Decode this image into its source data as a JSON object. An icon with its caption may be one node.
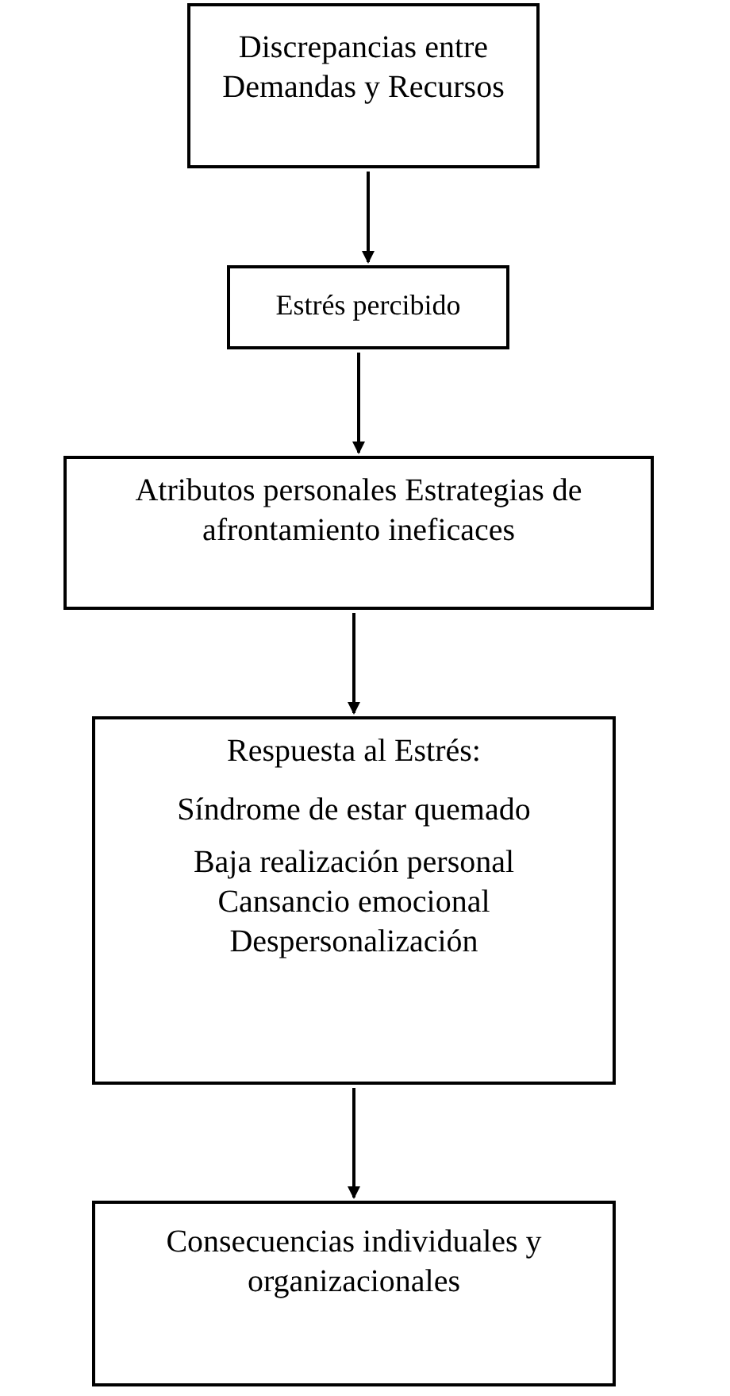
{
  "diagram": {
    "nodes": [
      {
        "text": [
          "Discrepancias entre Demandas y Recursos"
        ]
      },
      {
        "text": [
          "Estrés percibido"
        ]
      },
      {
        "text": [
          "Atributos personales Estrategias de afrontamiento ineficaces"
        ]
      },
      {
        "text": [
          "Respuesta al Estrés:",
          "Síndrome de estar quemado",
          "Baja realización personal",
          "Cansancio emocional",
          "Despersonalización"
        ]
      },
      {
        "text": [
          "Consecuencias individuales y organizacionales"
        ]
      }
    ],
    "edges": [
      {
        "from": 0,
        "to": 1,
        "arrow": "to"
      },
      {
        "from": 1,
        "to": 2,
        "arrow": "to"
      },
      {
        "from": 2,
        "to": 3,
        "arrow": "to"
      },
      {
        "from": 3,
        "to": 4,
        "arrow": "to"
      }
    ]
  }
}
